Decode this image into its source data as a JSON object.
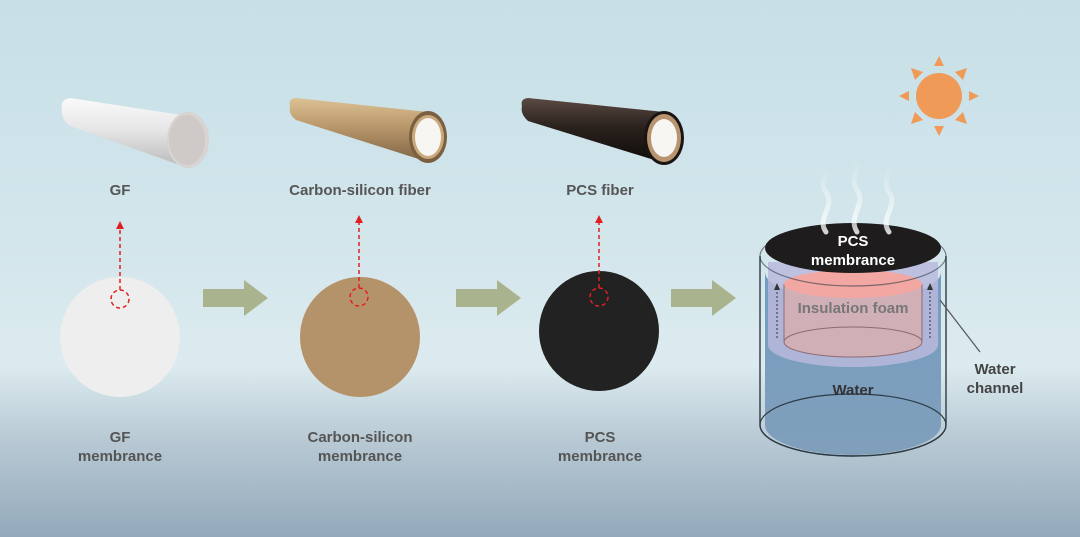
{
  "fibers": {
    "gf": "GF",
    "carbon_silicon": "Carbon-silicon  fiber",
    "pcs": "PCS fiber"
  },
  "membranes": {
    "gf_line1": "GF",
    "gf_line2": "membrance",
    "carbon_silicon_line1": "Carbon-silicon",
    "carbon_silicon_line2": "membrance",
    "pcs_line1": "PCS",
    "pcs_line2": "membrance"
  },
  "device": {
    "top_line1": "PCS",
    "top_line2": "membrance",
    "insulation": "Insulation foam",
    "water": "Water",
    "channel_line1": "Water",
    "channel_line2": "channel"
  },
  "colors": {
    "gf": "#eeeeee",
    "carbon_silicon": "#b5936a",
    "pcs": "#222222",
    "arrow": "#a9b38d",
    "sun": "#ef9a56",
    "dashed_marker": "#e02020"
  }
}
